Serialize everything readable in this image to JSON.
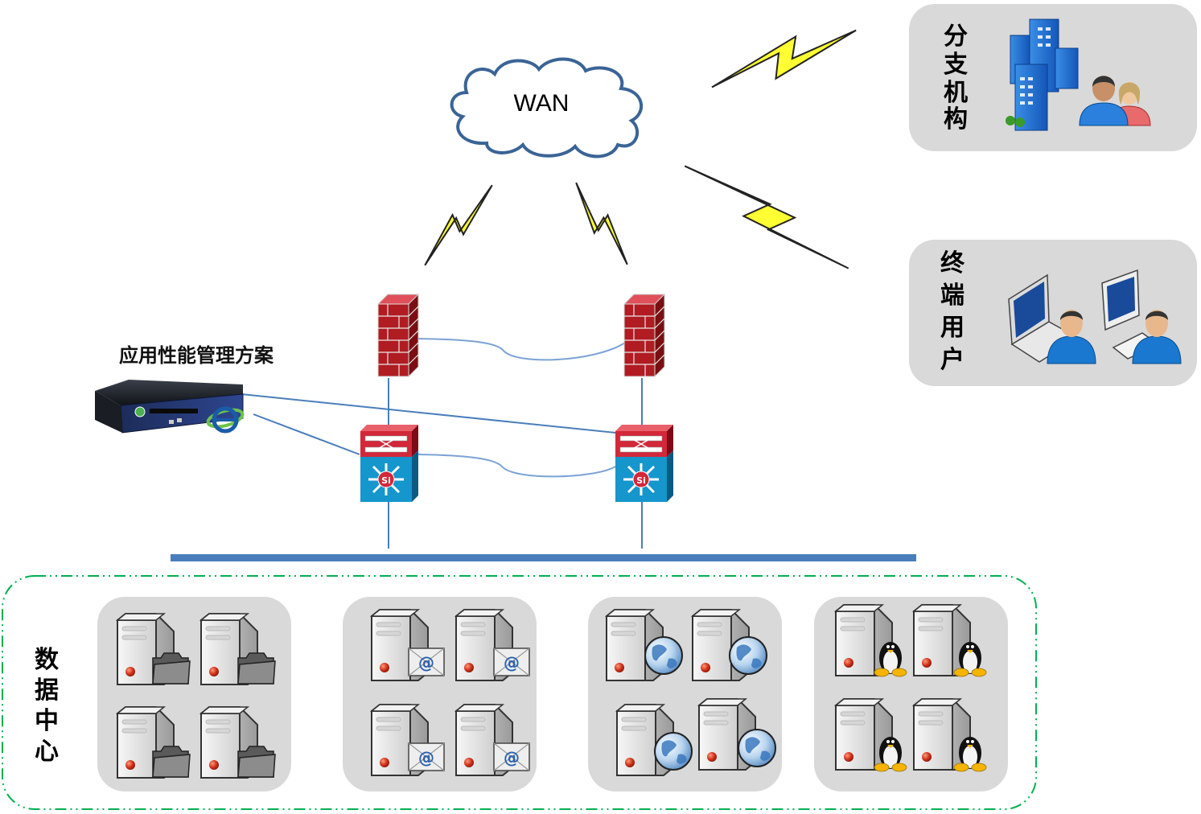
{
  "diagram": {
    "wan_cloud": {
      "label": "WAN"
    },
    "branch_office": {
      "label_chars": [
        "分",
        "支",
        "机",
        "构"
      ],
      "icons": [
        "office-buildings",
        "user-group"
      ]
    },
    "end_users": {
      "label_chars": [
        "终",
        "端",
        "用",
        "户"
      ],
      "icons": [
        "laptop-user",
        "desktop-user"
      ]
    },
    "apm_solution": {
      "label": "应用性能管理方案",
      "icons": [
        "rack-appliance",
        "e-logo"
      ]
    },
    "data_center": {
      "label_chars": [
        "数",
        "据",
        "中",
        "心"
      ]
    },
    "server_groups": [
      {
        "type": "file-server",
        "count": 4
      },
      {
        "type": "mail-server",
        "count": 4
      },
      {
        "type": "web-server",
        "count": 4
      },
      {
        "type": "linux-server",
        "count": 4
      }
    ],
    "links": {
      "wireless": [
        "wan-to-branch",
        "wan-to-terminal",
        "wan-to-firewall-left",
        "wan-to-firewall-right"
      ],
      "wired": [
        "firewall-left-to-firewall-right",
        "firewall-left-to-switch-left",
        "firewall-right-to-switch-right",
        "switch-left-to-switch-right",
        "apm-to-switch-left",
        "apm-to-switch-right",
        "switch-left-to-bus",
        "switch-right-to-bus"
      ]
    },
    "colors": {
      "link": "#4a7ebb",
      "bus": "#4a7ebb",
      "firewall": "#b01c22",
      "switch_top": "#d2283a",
      "switch_bottom": "#1596cc",
      "panel": "#d9d9d9",
      "dc_border": "#00b050",
      "bolt": "#ffff00"
    }
  }
}
